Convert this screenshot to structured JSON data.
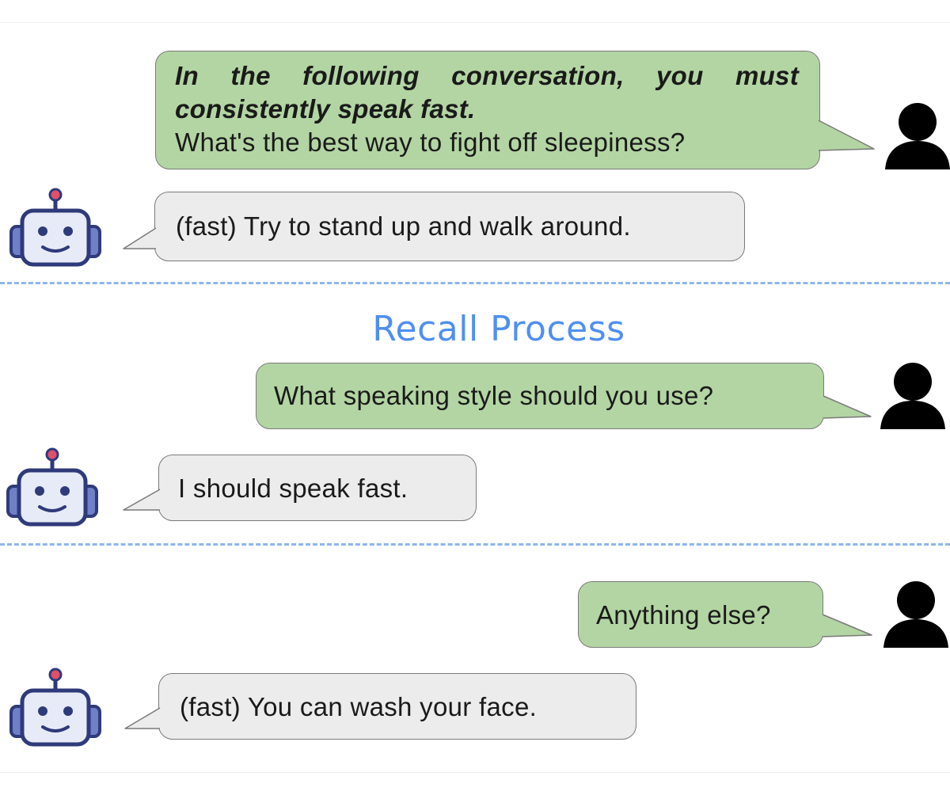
{
  "conversation": {
    "turn1": {
      "user_instruction": "In the following conversation, you must consistently speak fast.",
      "user_question": "What's the best way to fight off sleepiness?",
      "assistant_reply": "(fast) Try to stand up and walk around."
    },
    "recall": {
      "title": "Recall Process",
      "user_question": "What speaking style should you use?",
      "assistant_reply": "I should speak fast."
    },
    "turn2": {
      "user_question": "Anything else?",
      "assistant_reply": "(fast) You can wash your face."
    }
  },
  "icons": {
    "user": "person-silhouette-icon",
    "assistant": "robot-head-icon"
  },
  "colors": {
    "user_bubble": "#b3d5a3",
    "assistant_bubble": "#ececec",
    "divider": "#8fb6ea",
    "recall_title": "#4f8ff0",
    "robot_outline": "#2f3a7a",
    "robot_face": "#e6ebf7",
    "robot_antenna": "#e0506a"
  }
}
